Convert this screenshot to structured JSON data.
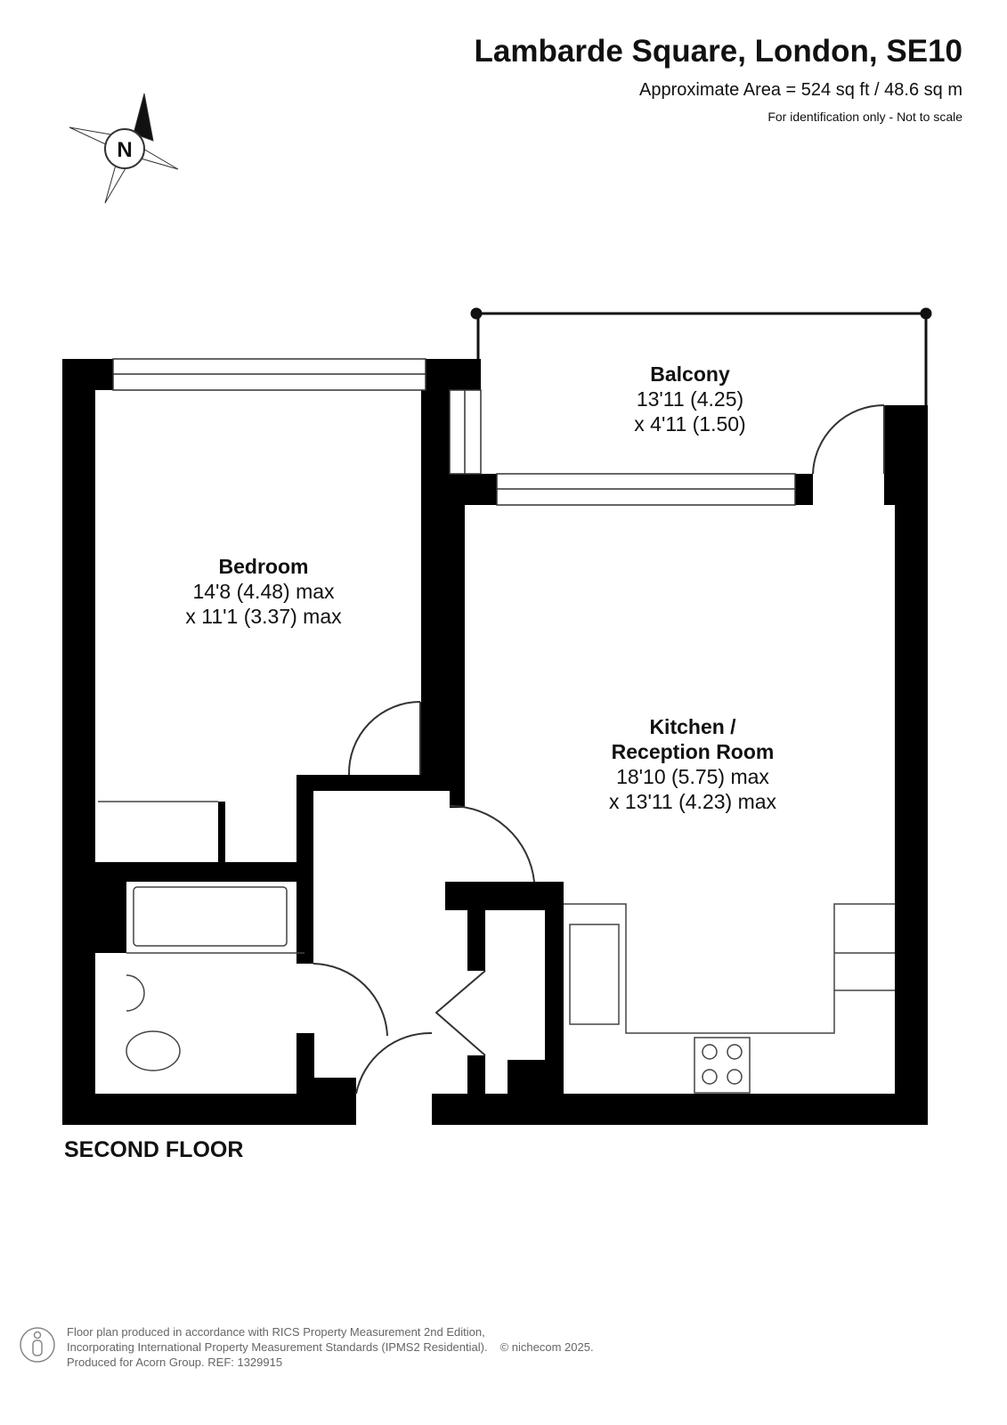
{
  "header": {
    "title": "Lambarde Square, London, SE10",
    "area": "Approximate Area = 524 sq ft / 48.6 sq m",
    "note": "For identification only - Not to scale"
  },
  "compass": {
    "label": "N"
  },
  "rooms": {
    "balcony": {
      "name": "Balcony",
      "dim1": "13'11 (4.25)",
      "dim2": "x 4'11 (1.50)"
    },
    "bedroom": {
      "name": "Bedroom",
      "dim1": "14'8 (4.48) max",
      "dim2": "x 11'1 (3.37) max"
    },
    "kitchen": {
      "name1": "Kitchen /",
      "name2": "Reception Room",
      "dim1": "18'10 (5.75) max",
      "dim2": "x 13'11 (4.23) max"
    }
  },
  "floor_label": "SECOND FLOOR",
  "footer": {
    "line1": "Floor plan produced in accordance with RICS Property Measurement 2nd Edition,",
    "line2": "Incorporating International Property Measurement Standards (IPMS2 Residential).",
    "copyright": "© nichecom 2025.",
    "line3": "Produced for Acorn Group.   REF:  1329915"
  }
}
